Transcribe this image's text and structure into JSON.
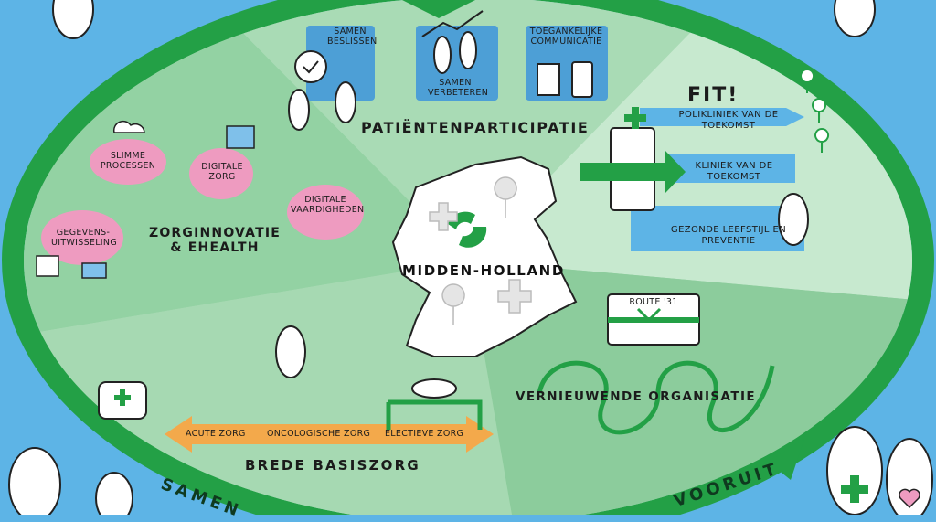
{
  "center": {
    "title": "MIDDEN-HOLLAND"
  },
  "patient": {
    "title": "PATIËNTENPARTICIPATIE",
    "items": [
      "SAMEN BESLISSEN",
      "SAMEN VERBETEREN",
      "TOEGANKELIJKE COMMUNICATIE"
    ]
  },
  "fit": {
    "title": "FIT!",
    "items": [
      "POLIKLINIEK VAN DE TOEKOMST",
      "KLINIEK VAN DE TOEKOMST",
      "GEZONDE LEEFSTIJL EN PREVENTIE"
    ]
  },
  "innovation": {
    "title": "ZORGINNOVATIE & eHEALTH",
    "items": [
      "SLIMME PROCESSEN",
      "DIGITALE ZORG",
      "DIGITALE VAARDIGHEDEN",
      "GEGEVENS-UITWISSELING"
    ]
  },
  "organisation": {
    "title": "VERNIEUWENDE ORGANISATIE",
    "route": "ROUTE '31"
  },
  "basiszorg": {
    "title": "BREDE BASISZORG",
    "items": [
      "ACUTE ZORG",
      "ONCOLOGISCHE ZORG",
      "ELECTIEVE ZORG"
    ]
  },
  "ring": {
    "left": "SAMEN",
    "right": "VOORUIT"
  },
  "colors": {
    "sky": "#5db4e6",
    "ring": "#23a046",
    "light_green": "#a9dbb5",
    "mid_green": "#8ccc9c",
    "pale_green": "#c7e9cf",
    "pink": "#ee9bc0",
    "puzzle_blue": "#4d9fd6",
    "orange": "#f3a94b",
    "white": "#ffffff"
  }
}
